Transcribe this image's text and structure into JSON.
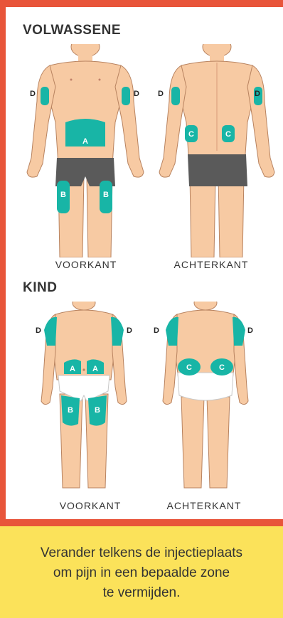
{
  "sections": {
    "adult_title": "VOLWASSENE",
    "child_title": "KIND"
  },
  "views": {
    "adult_front": "VOORKANT",
    "adult_back": "ACHTERKANT",
    "child_front": "VOORKANT",
    "child_back": "ACHTERKANT"
  },
  "zones": {
    "A": "A",
    "B": "B",
    "C": "C",
    "D": "D"
  },
  "footer": {
    "line1": "Verander telkens de injectieplaats",
    "line2": "om pijn in een bepaalde zone",
    "line3": "te vermijden."
  },
  "colors": {
    "frame": "#e8553a",
    "zone": "#18b5a6",
    "skin": "#f7caa3",
    "underwear_adult": "#5a5a5a",
    "diaper": "#ffffff",
    "footer": "#fbe25a"
  }
}
